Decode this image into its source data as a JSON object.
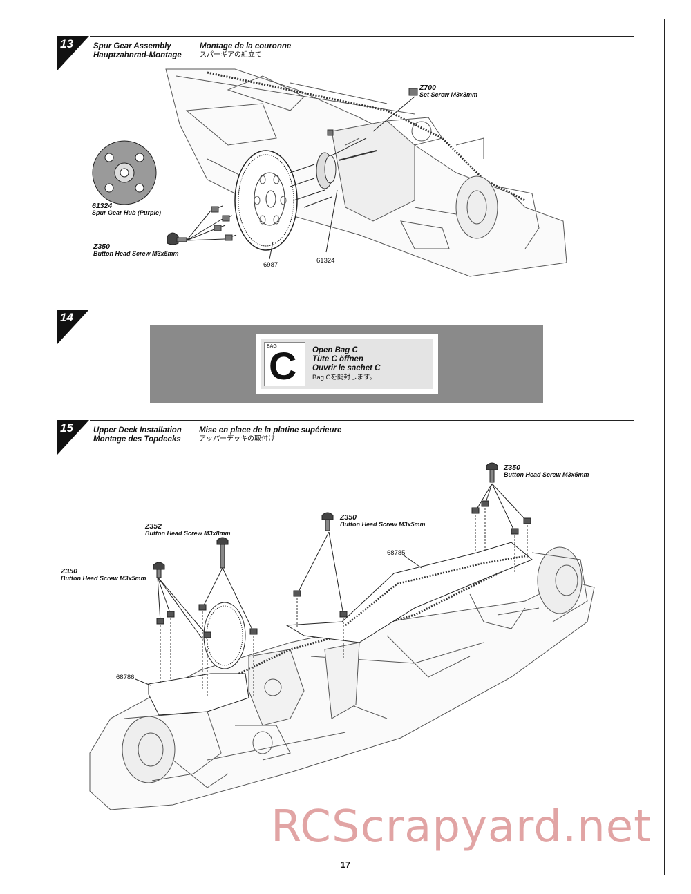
{
  "steps": [
    {
      "number": "13",
      "title_en": "Spur Gear Assembly",
      "title_de": "Hauptzahnrad-Montage",
      "title_fr": "Montage de la couronne",
      "title_jp": "スパーギアの組立て",
      "parts": [
        {
          "code": "Z700",
          "desc": "Set Screw M3x3mm"
        },
        {
          "code": "61324",
          "desc": "Spur Gear Hub (Purple)"
        },
        {
          "code": "Z350",
          "desc": "Button Head Screw M3x5mm"
        }
      ],
      "callouts": [
        "6987",
        "61324"
      ]
    },
    {
      "number": "14",
      "bag": {
        "word": "BAG",
        "letter": "C",
        "en": "Open Bag C",
        "de": "Tüte C öffnen",
        "fr": "Ouvrir le sachet C",
        "jp": "Bag Cを開封します。"
      }
    },
    {
      "number": "15",
      "title_en": "Upper Deck Installation",
      "title_de": "Montage des Topdecks",
      "title_fr": "Mise en place de la platine supérieure",
      "title_jp": "アッパーデッキの取付け",
      "parts": [
        {
          "code": "Z350",
          "desc": "Button Head Screw M3x5mm"
        },
        {
          "code": "Z350",
          "desc": "Button Head Screw M3x5mm"
        },
        {
          "code": "Z352",
          "desc": "Button Head Screw M3x8mm"
        },
        {
          "code": "Z350",
          "desc": "Button Head Screw M3x5mm"
        }
      ],
      "callouts": [
        "68785",
        "68786"
      ]
    }
  ],
  "page_number": "17",
  "watermark": "RCScrapyard.net"
}
